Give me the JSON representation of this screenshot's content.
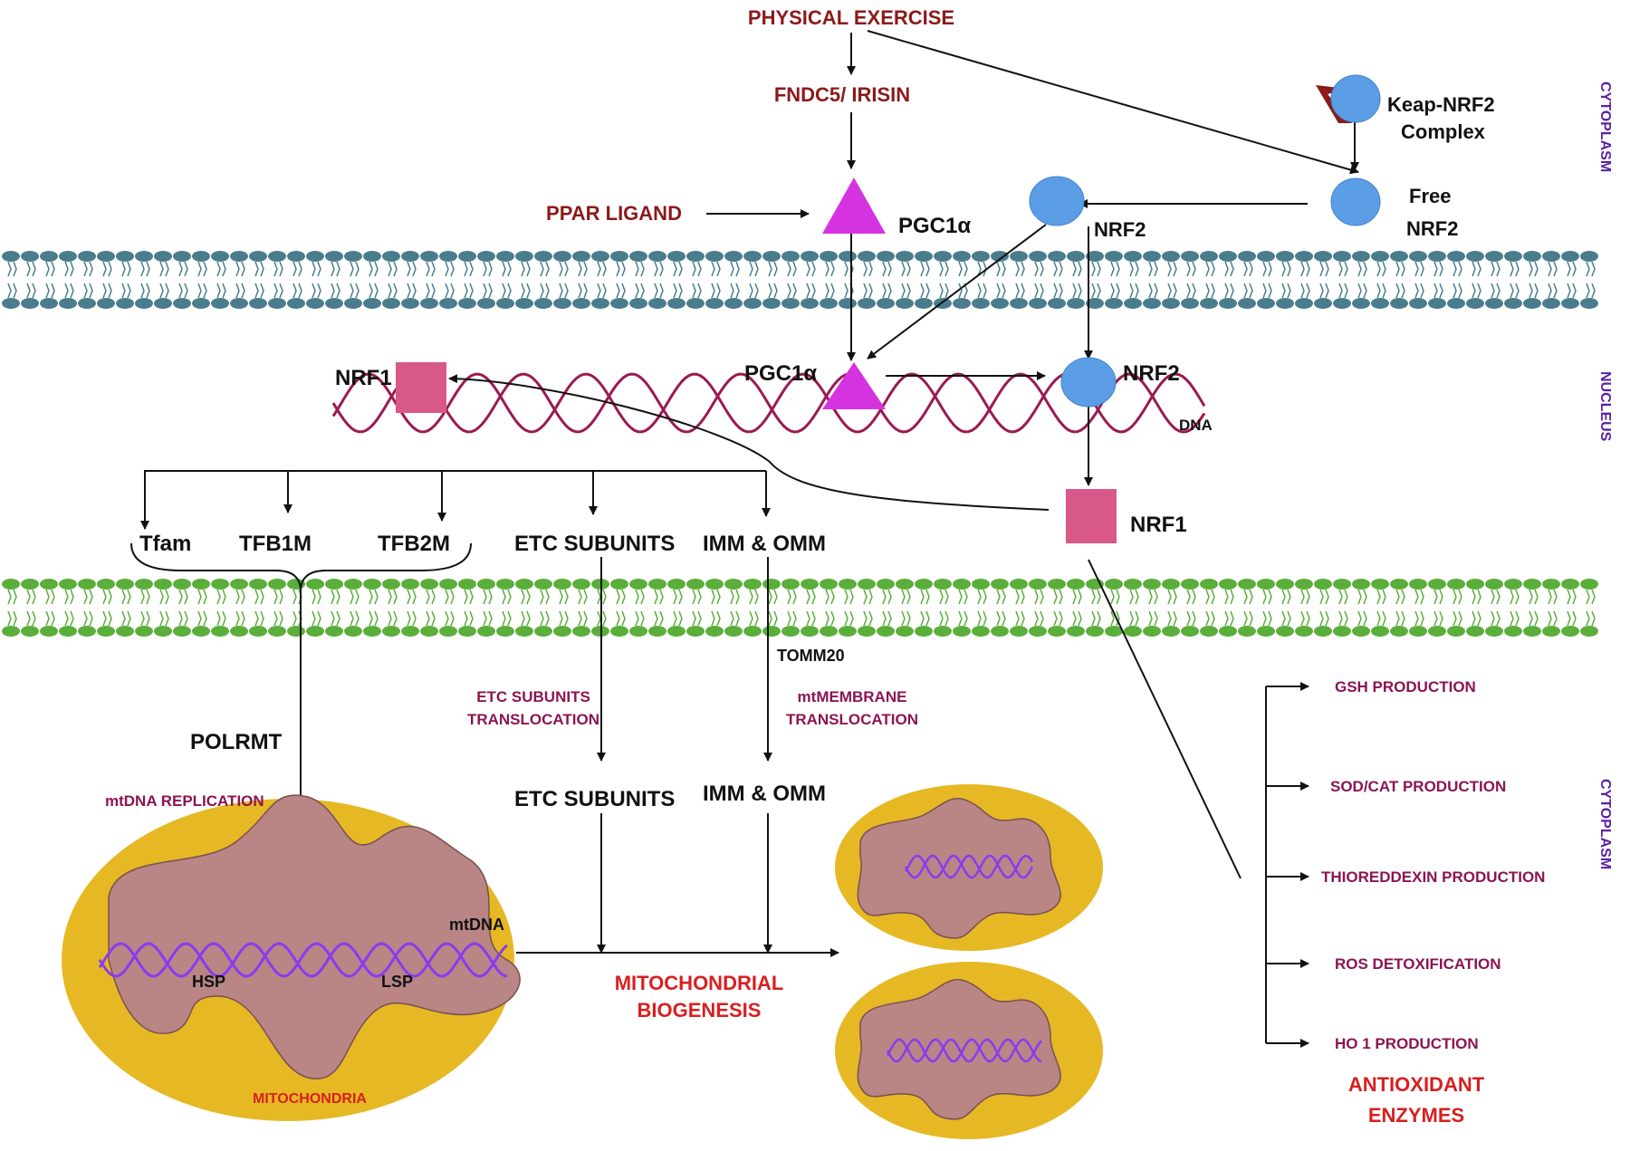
{
  "labels": {
    "physical_exercise": "PHYSICAL EXERCISE",
    "fndc5": "FNDC5/ IRISIN",
    "ppar_ligand": "PPAR LIGAND",
    "pgc1a_cyto": "PGC1α",
    "pgc1a_nucleus": "PGC1α",
    "keap_nrf2_line1": "Keap-NRF2",
    "keap_nrf2_line2": "Complex",
    "free_nrf2_line1": "Free",
    "free_nrf2_line2": "NRF2",
    "nrf2_cyto": "NRF2",
    "nrf2_nucleus": "NRF2",
    "nrf1_nucleus": "NRF1",
    "nrf1_lower": "NRF1",
    "dna": "DNA",
    "tfam": "Tfam",
    "tfb1m": "TFB1M",
    "tfb2m": "TFB2M",
    "etc_subunits_top": "ETC SUBUNITS",
    "imm_omm_top": "IMM & OMM",
    "tomm20": "TOMM20",
    "etc_transloc_line1": "ETC SUBUNITS",
    "etc_transloc_line2": "TRANSLOCATION",
    "mtmem_transloc_line1": "mtMEMBRANE",
    "mtmem_transloc_line2": "TRANSLOCATION",
    "polrmt": "POLRMT",
    "mtdna_replication": "mtDNA REPLICATION",
    "etc_subunits_bottom": "ETC SUBUNITS",
    "imm_omm_bottom": "IMM & OMM",
    "mtdna": "mtDNA",
    "hsp": "HSP",
    "lsp": "LSP",
    "mitochondria": "MITOCHONDRIA",
    "biogenesis_line1": "MITOCHONDRIAL",
    "biogenesis_line2": "BIOGENESIS",
    "gsh": "GSH PRODUCTION",
    "sodcat": "SOD/CAT PRODUCTION",
    "thioredoxin": "THIOREDDEXIN  PRODUCTION",
    "ros": "ROS DETOXIFICATION",
    "ho1": "HO 1 PRODUCTION",
    "antioxidant_line1": "ANTIOXIDANT",
    "antioxidant_line2": "ENZYMES",
    "cytoplasm_top": "CYTOPLASM",
    "nucleus_side": "NUCLEUS",
    "cytoplasm_bottom": "CYTOPLASM"
  },
  "colors": {
    "membrane_top": "#4a7d8c",
    "membrane_bottom": "#5aae3a",
    "pgc1a": "#d633e0",
    "nrf2": "#5b9ee6",
    "nrf1": "#d9588a",
    "keap": "#8b1a1a",
    "dna_strand": "#9b1a52",
    "mt_dna": "#8a3bf0",
    "mito_outer": "#e6b824",
    "mito_inner": "#b98585"
  }
}
